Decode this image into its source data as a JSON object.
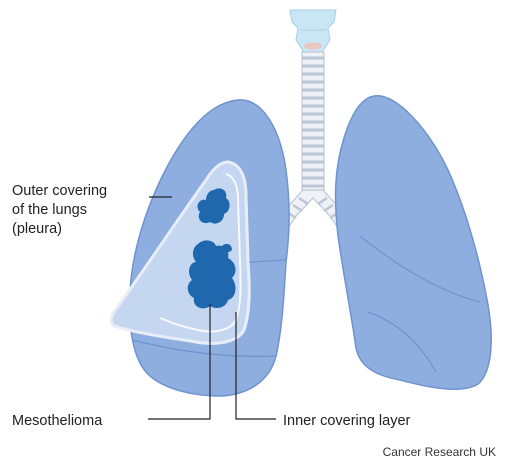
{
  "labels": {
    "outer_line1": "Outer covering",
    "outer_line2": "of the lungs",
    "outer_line3": "(pleura)",
    "mesothelioma": "Mesothelioma",
    "inner": "Inner covering layer"
  },
  "credit": "Cancer Research UK",
  "colors": {
    "lung_fill": "#8eaee0",
    "lung_outline": "#6e93cf",
    "pleura_fill": "#c5d6f1",
    "tumour_fill": "#1f68ad",
    "trachea_fill": "#d5dbe6",
    "larynx_fill": "#c9e6f4",
    "leader_line": "#222222"
  }
}
